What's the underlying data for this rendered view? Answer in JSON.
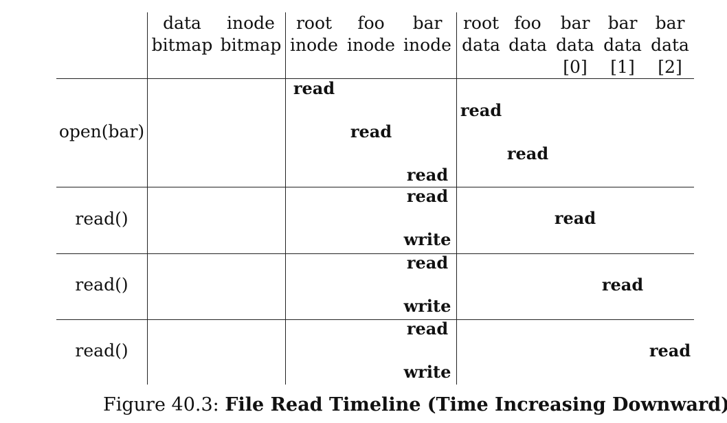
{
  "columns": [
    {
      "lines": [
        "data",
        "bitmap"
      ]
    },
    {
      "lines": [
        "inode",
        "bitmap"
      ]
    },
    {
      "lines": [
        "root",
        "inode"
      ]
    },
    {
      "lines": [
        "foo",
        "inode"
      ]
    },
    {
      "lines": [
        "bar",
        "inode"
      ]
    },
    {
      "lines": [
        "root",
        "data"
      ]
    },
    {
      "lines": [
        "foo",
        "data"
      ]
    },
    {
      "lines": [
        "bar",
        "data",
        "[0]"
      ]
    },
    {
      "lines": [
        "bar",
        "data",
        "[1]"
      ]
    },
    {
      "lines": [
        "bar",
        "data",
        "[2]"
      ]
    }
  ],
  "groups": [
    {
      "label": "open(bar)",
      "ops": [
        {
          "col": 2,
          "text": "read"
        },
        {
          "col": 5,
          "text": "read"
        },
        {
          "col": 3,
          "text": "read"
        },
        {
          "col": 6,
          "text": "read"
        },
        {
          "col": 4,
          "text": "read"
        }
      ]
    },
    {
      "label": "read()",
      "ops": [
        {
          "col": 4,
          "text": "read"
        },
        {
          "col": 7,
          "text": "read"
        },
        {
          "col": 4,
          "text": "write"
        }
      ]
    },
    {
      "label": "read()",
      "ops": [
        {
          "col": 4,
          "text": "read"
        },
        {
          "col": 8,
          "text": "read"
        },
        {
          "col": 4,
          "text": "write"
        }
      ]
    },
    {
      "label": "read()",
      "ops": [
        {
          "col": 4,
          "text": "read"
        },
        {
          "col": 9,
          "text": "read"
        },
        {
          "col": 4,
          "text": "write"
        }
      ]
    }
  ],
  "caption": {
    "prefix": "Figure 40.3: ",
    "title": "File Read Timeline (Time Increasing Downward)"
  }
}
